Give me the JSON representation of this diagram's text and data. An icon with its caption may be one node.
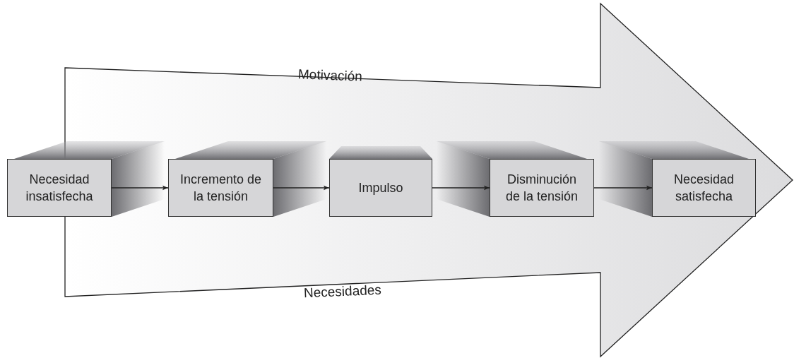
{
  "diagram": {
    "nodes": [
      {
        "text": [
          "Motivación",
          "Necesidades"
        ]
      },
      {
        "text": [
          "Necesidad insatisfecha"
        ]
      },
      {
        "text": [
          "Incremento de la tensión"
        ],
        "in": 0
      },
      {
        "text": [
          "Impulso"
        ],
        "in": 0
      },
      {
        "text": [
          "Disminución de la tensión"
        ],
        "in": 0
      },
      {
        "text": [
          "Necesidad satisfecha"
        ],
        "in": 0
      }
    ],
    "edges": [
      {
        "from": 1,
        "to": 2,
        "arrow": "to"
      },
      {
        "from": 2,
        "to": 3,
        "arrow": "to"
      },
      {
        "from": 3,
        "to": 4,
        "arrow": "to"
      },
      {
        "from": 4,
        "to": 5,
        "arrow": "to"
      }
    ]
  }
}
